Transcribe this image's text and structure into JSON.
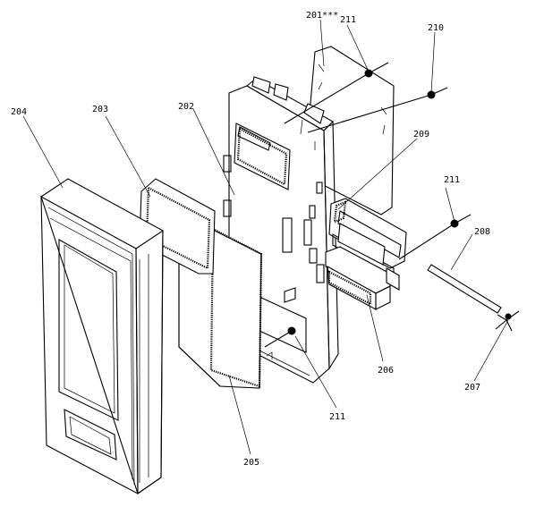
{
  "labels": {
    "l201": "201***",
    "l211_top": "211",
    "l210": "210",
    "l209": "209",
    "l211_right": "211",
    "l208": "208",
    "l204": "204",
    "l203": "203",
    "l202": "202",
    "l206": "206",
    "l207": "207",
    "l211_bottom": "211",
    "l205": "205"
  }
}
